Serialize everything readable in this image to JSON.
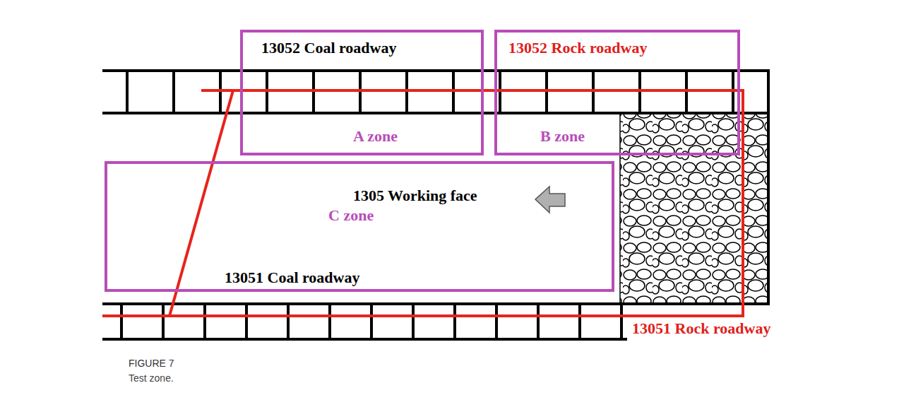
{
  "diagram": {
    "caption": "Test zone.",
    "nodes": [
      {
        "text": [
          "13052 Coal roadway",
          "A zone"
        ]
      },
      {
        "text": [
          "13052 Rock roadway",
          "B zone"
        ]
      },
      {
        "text": [
          "1305 Working face",
          "C zone",
          "13051 Coal roadway"
        ]
      }
    ],
    "labels": [
      "13051 Rock roadway",
      "FIGURE 7"
    ]
  }
}
